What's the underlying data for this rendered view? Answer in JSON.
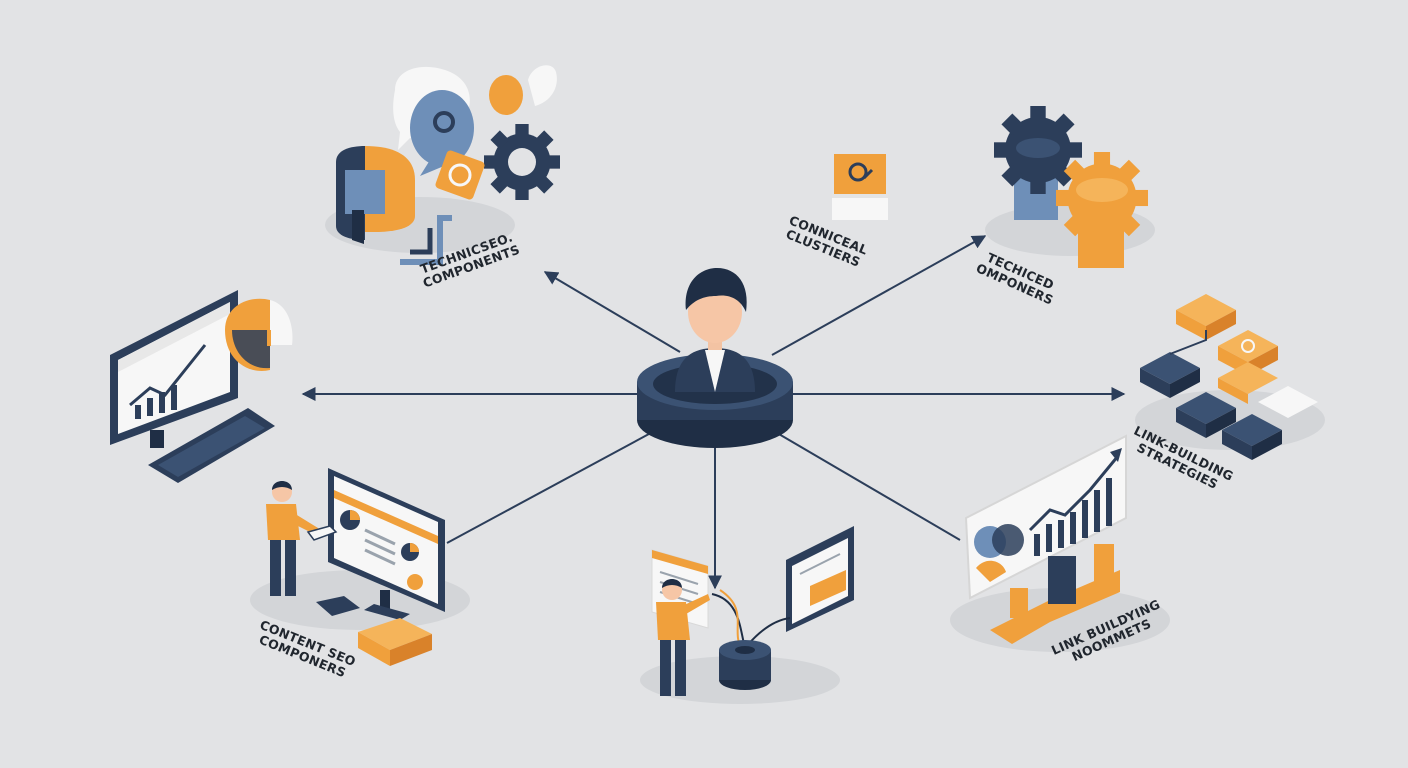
{
  "palette": {
    "background": "#e2e3e5",
    "navy": "#2c3e5a",
    "navy_dark": "#1f2e45",
    "orange": "#f0a03c",
    "orange_dark": "#d9822a",
    "white": "#f7f7f7",
    "blue_light": "#6e8fb8",
    "line": "#2c3e5a"
  },
  "labels": {
    "top_left": [
      "TECHNICSEO.",
      "COMPONENTS"
    ],
    "top_center": [
      "CONNICEAL",
      "CLUSTIERS"
    ],
    "top_right": [
      "TECHICED",
      "OMPONERS"
    ],
    "right": [
      "LINK-BUILDING",
      "STRATEGIES"
    ],
    "bottom_right": [
      "LINK BUILDYING",
      "NOOMMETS"
    ],
    "bottom_left": [
      "CONTENT SEO",
      "COMPONERS"
    ]
  },
  "icons": {
    "hub": "person-avatar-icon",
    "top_left": "speech-bubbles-gears-icon",
    "top_center": "search-cube-icon",
    "top_right": "stacked-gears-icon",
    "left": "analytics-monitor-icon",
    "right": "block-hierarchy-icon",
    "bottom_left": "presenter-monitor-icon",
    "bottom_center": "document-worker-icon",
    "bottom_right": "growth-chart-board-icon"
  }
}
